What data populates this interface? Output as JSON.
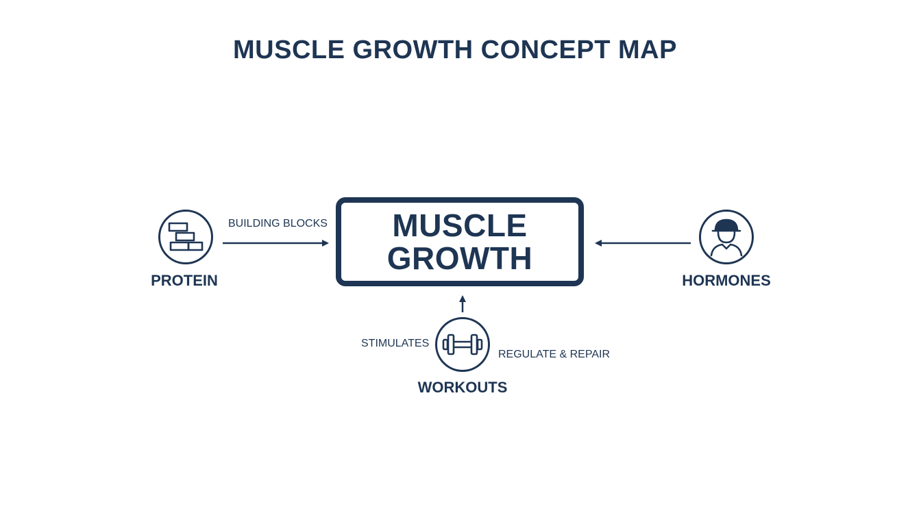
{
  "title": "MUSCLE GROWTH CONCEPT MAP",
  "center": {
    "line1": "MUSCLE",
    "line2": "GROWTH"
  },
  "nodes": {
    "protein": {
      "label": "PROTEIN",
      "icon": "bricks-icon"
    },
    "hormones": {
      "label": "HORMONES",
      "icon": "worker-helmet-icon"
    },
    "workouts": {
      "label": "WORKOUTS",
      "icon": "dumbbell-icon"
    }
  },
  "edges": {
    "protein": "BUILDING BLOCKS",
    "workouts": "STIMULATES",
    "hormones": "REGULATE & REPAIR"
  },
  "colors": {
    "primary": "#1e3553",
    "background": "#ffffff"
  }
}
